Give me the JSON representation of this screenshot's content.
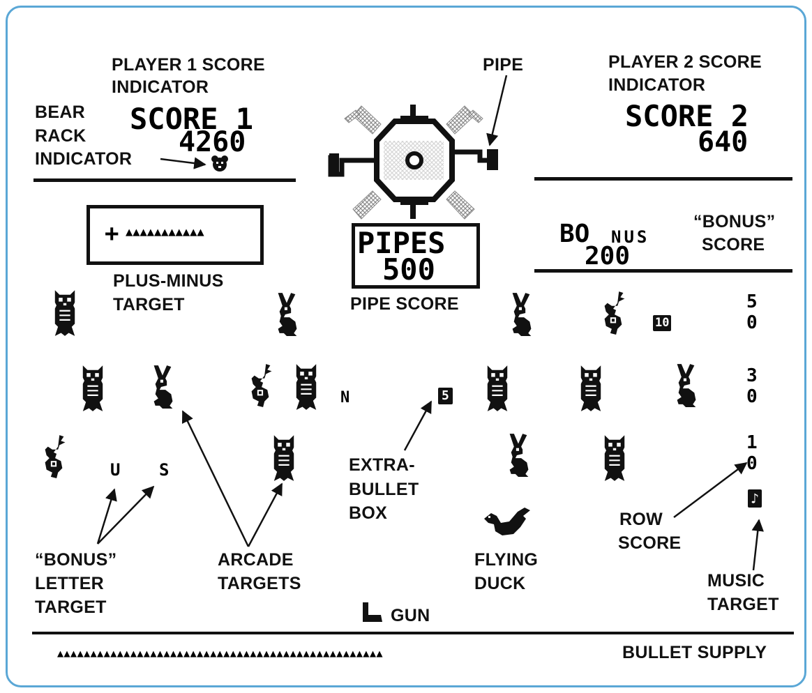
{
  "labels": {
    "p1_title_1": "PLAYER 1 SCORE",
    "p1_title_2": "INDICATOR",
    "pipe": "PIPE",
    "p2_title_1": "PLAYER 2 SCORE",
    "p2_title_2": "INDICATOR",
    "bear_1": "BEAR",
    "bear_2": "RACK",
    "bear_3": "INDICATOR",
    "plus_minus_1": "PLUS-MINUS",
    "plus_minus_2": "TARGET",
    "pipe_score": "PIPE SCORE",
    "bonus_score_1": "“BONUS”",
    "bonus_score_2": "SCORE",
    "extra_bullet_1": "EXTRA-",
    "extra_bullet_2": "BULLET",
    "extra_bullet_3": "BOX",
    "row_score_1": "ROW",
    "row_score_2": "SCORE",
    "bonus_letter_1": "“BONUS”",
    "bonus_letter_2": "LETTER",
    "bonus_letter_3": "TARGET",
    "arcade_1": "ARCADE",
    "arcade_2": "TARGETS",
    "duck_1": "FLYING",
    "duck_2": "DUCK",
    "music_1": "MUSIC",
    "music_2": "TARGET",
    "gun": "GUN",
    "bullet_supply": "BULLET SUPPLY"
  },
  "game": {
    "score1_label": "SCORE 1",
    "score1_value": "4260",
    "score2_label": "SCORE 2",
    "score2_value": "640",
    "pipes_label": "PIPES",
    "pipes_value": "500",
    "bonus_word_bo": "BO",
    "bonus_word_nus": "NUS",
    "bonus_value": "200",
    "plus_sign": "+",
    "plus_minus_bullets": "▲▲▲▲▲▲▲▲▲▲▲",
    "bullet_supply_bullets": "▲▲▲▲▲▲▲▲▲▲▲▲▲▲▲▲▲▲▲▲▲▲▲▲▲▲▲▲▲▲▲▲▲▲▲▲▲▲▲▲▲▲▲▲▲▲▲▲▲",
    "row_score_top": [
      "5",
      "0"
    ],
    "row_score_mid": [
      "3",
      "0"
    ],
    "row_score_bottom": [
      "1",
      "0"
    ],
    "letter_n": "N",
    "letter_u": "U",
    "letter_s": "S",
    "box_10": "10",
    "box_5": "5",
    "music_note": "♪"
  },
  "colors": {
    "frame": "#5aa7d6",
    "ink": "#111111",
    "pipe_hatch": "#9a9a9a"
  },
  "icons": [
    "owl-target-icon",
    "rabbit-target-icon",
    "duck-target-icon",
    "flying-duck-icon",
    "gun-icon",
    "bear-icon",
    "pipe-icon"
  ]
}
